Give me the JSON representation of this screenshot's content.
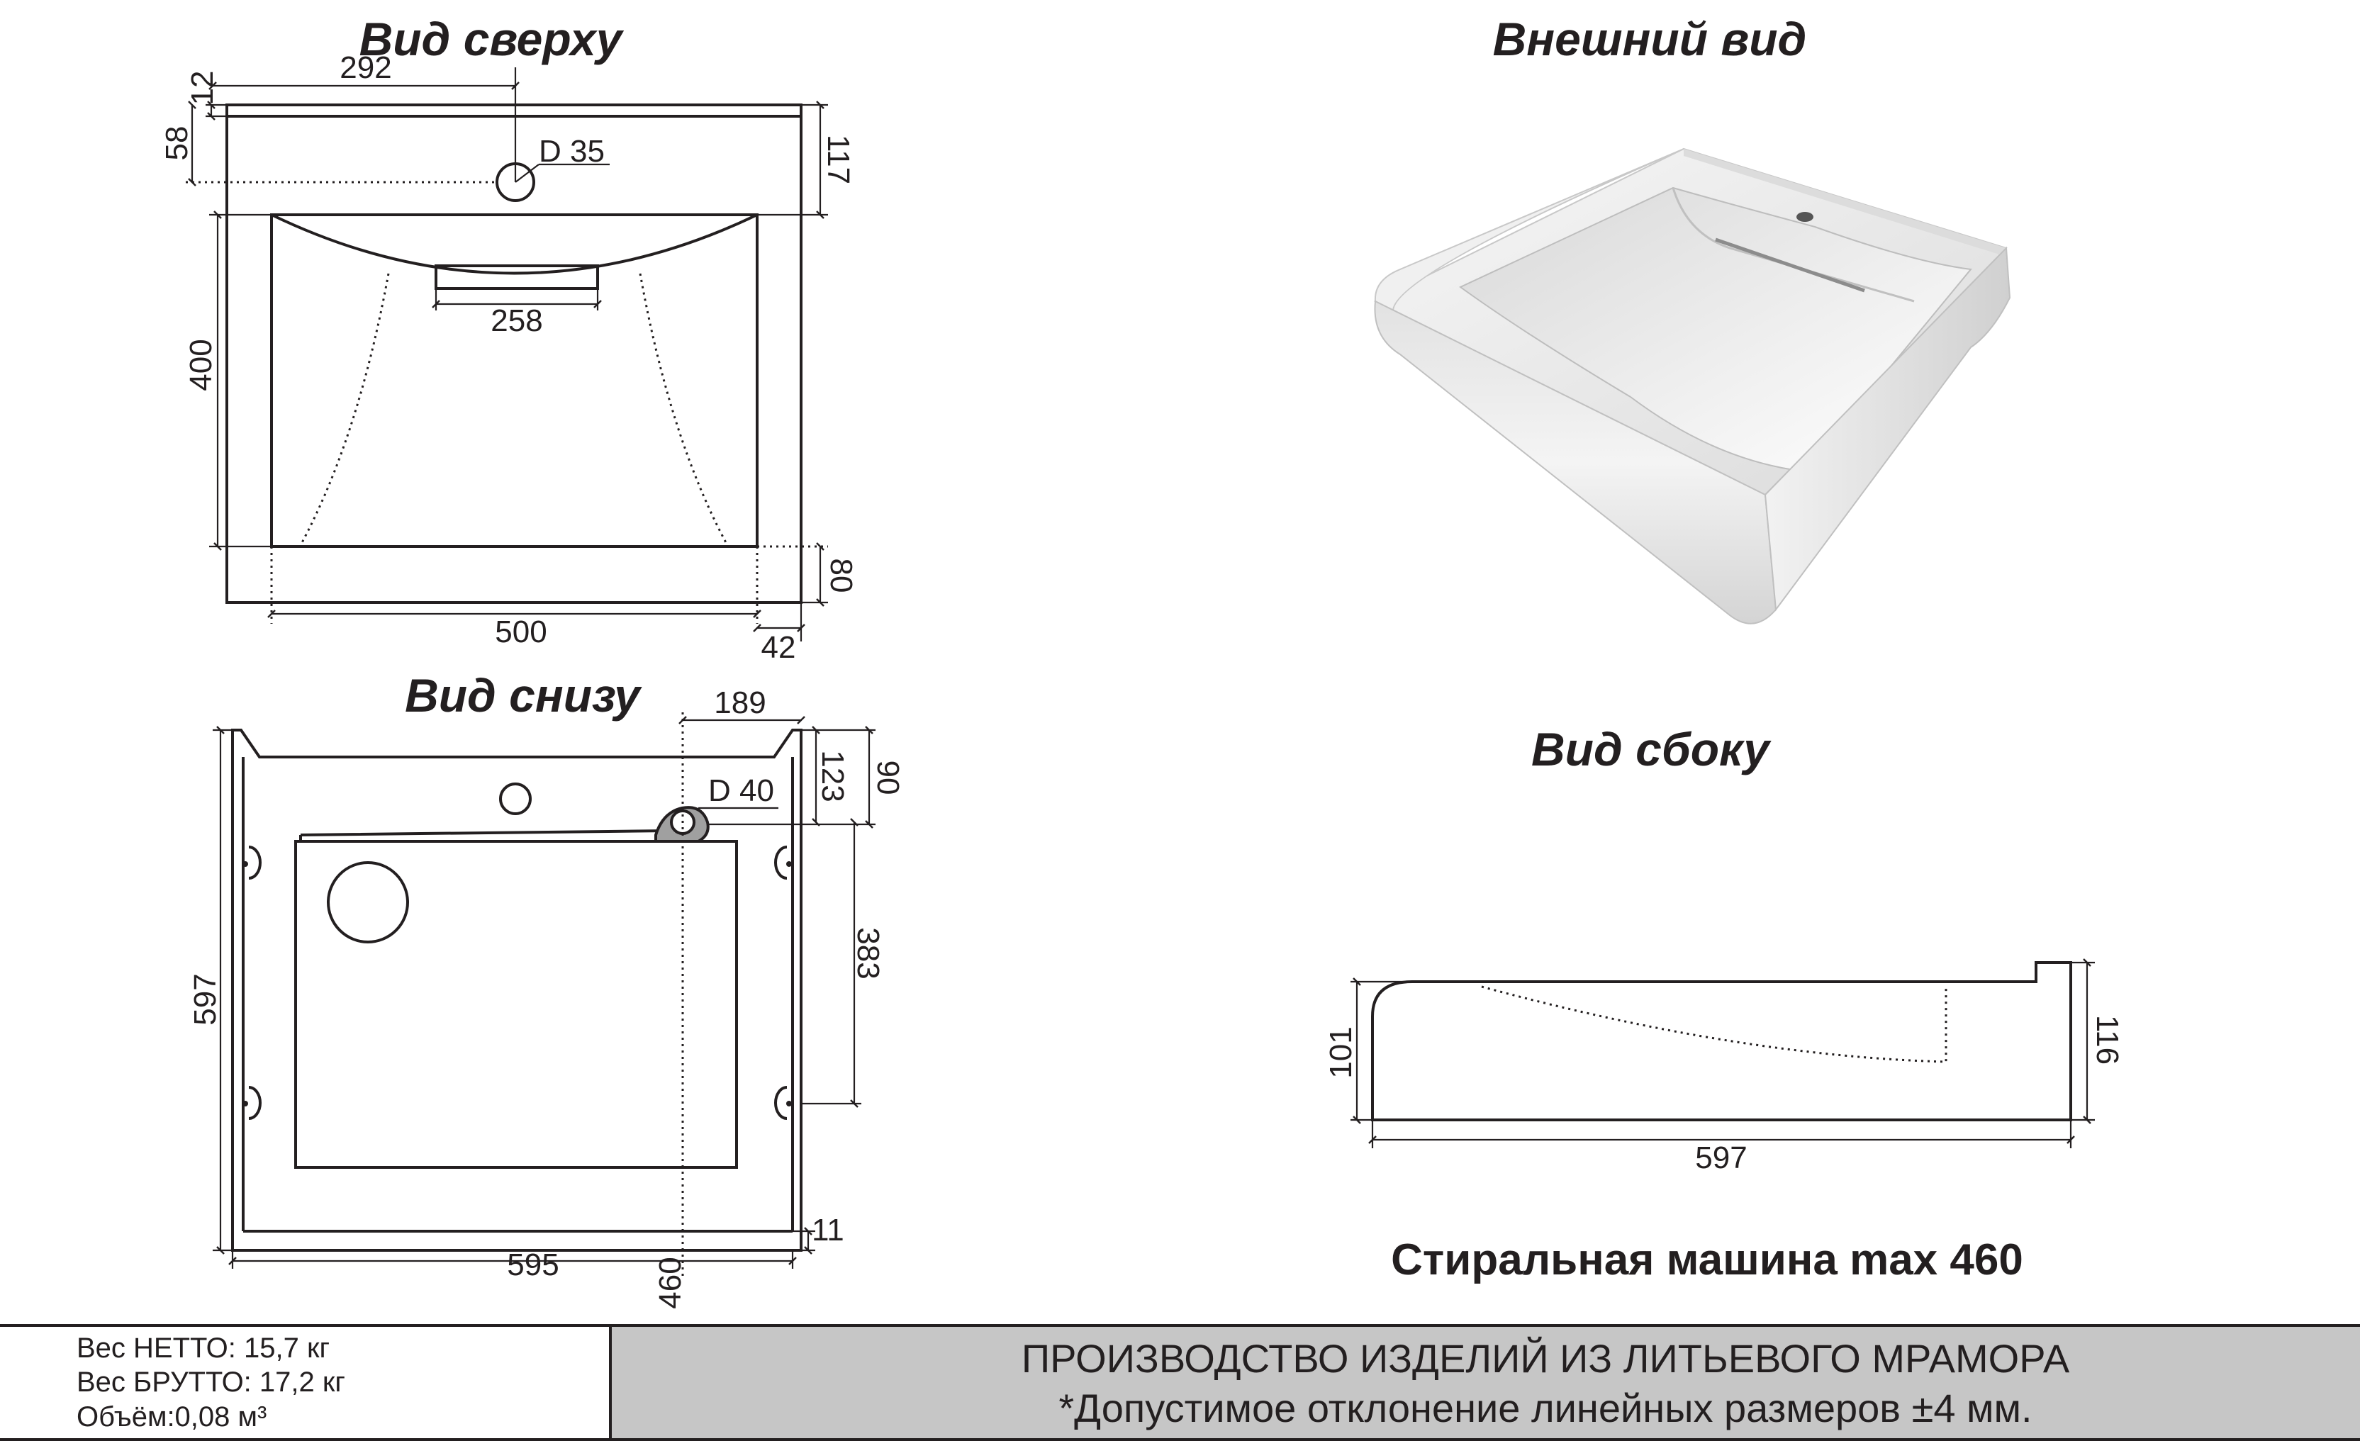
{
  "views": {
    "top": "Вид сверху",
    "exterior": "Внешний вид",
    "bottom": "Вид снизу",
    "side": "Вид сбоку"
  },
  "top_dims": {
    "d292": "292",
    "d12": "12",
    "d58": "58",
    "d117": "117",
    "hole": "D 35",
    "d400": "400",
    "d258": "258",
    "d80": "80",
    "d500": "500",
    "d42": "42"
  },
  "bottom_dims": {
    "d189": "189",
    "d90": "90",
    "d123": "123",
    "drain": "D 40",
    "d383": "383",
    "d597": "597",
    "d11": "11",
    "d595": "595",
    "d460": "460"
  },
  "side_dims": {
    "d101": "101",
    "d116": "116",
    "d597": "597"
  },
  "note": "Стиральная машина max 460",
  "specs": {
    "weight_net": "Вес НЕТТО: 15,7 кг",
    "weight_gross": "Вес БРУТТО: 17,2 кг",
    "volume": "Объём:0,08 м³"
  },
  "footer": {
    "title": "ПРОИЗВОДСТВО ИЗДЕЛИЙ ИЗ ЛИТЬЕВОГО МРАМОРА",
    "tolerance": "*Допустимое отклонение линейных размеров ±4 мм."
  }
}
